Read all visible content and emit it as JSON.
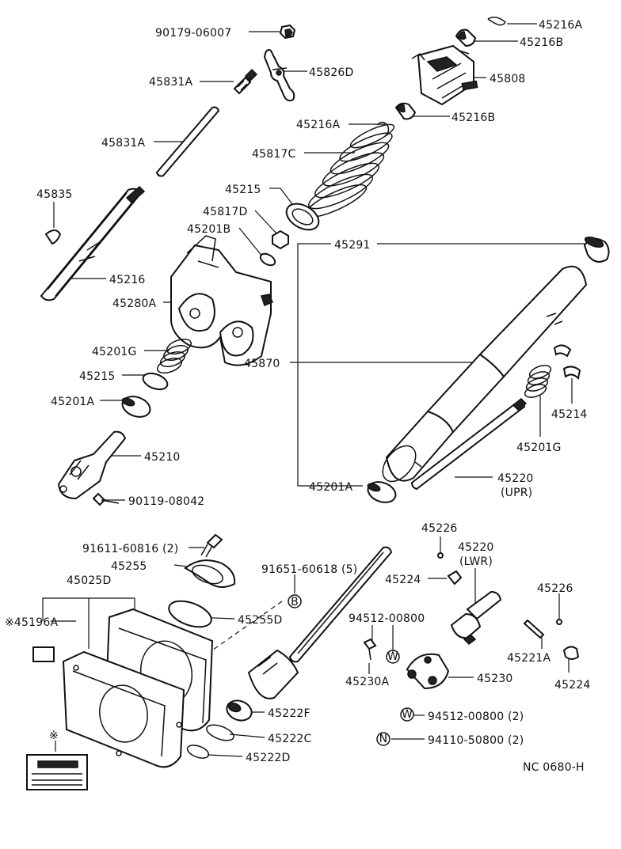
{
  "labels": {
    "p90179": "90179-06007",
    "p45216A_top": "45216A",
    "p45216B_top": "45216B",
    "p45826D": "45826D",
    "p45831A_bolt": "45831A",
    "p45808": "45808",
    "p45216A_mid": "45216A",
    "p45216B_mid": "45216B",
    "p45831A_rod": "45831A",
    "p45817C": "45817C",
    "p45835": "45835",
    "p45215_top": "45215",
    "p45817D": "45817D",
    "p45201B": "45201B",
    "p45291": "45291",
    "p45216": "45216",
    "p45280A": "45280A",
    "p45201G_left": "45201G",
    "p45870": "45870",
    "p45215_left": "45215",
    "p45214": "45214",
    "p45201A_left": "45201A",
    "p45201G_right": "45201G",
    "p45210": "45210",
    "p45201A_mid": "45201A",
    "p45220_upr": "45220",
    "p45220_upr_note": "(UPR)",
    "p90119": "90119-08042",
    "p45226_mid": "45226",
    "p45220_lwr": "45220",
    "p45220_lwr_note": "(LWR)",
    "p91611": "91611-60816 (2)",
    "p45255": "45255",
    "p91651": "91651-60618 (5)",
    "p45224_mid": "45224",
    "p45025D": "45025D",
    "p45226_right": "45226",
    "p45196A": "※45196A",
    "p45255D": "45255D",
    "p94512_a": "94512-00800",
    "p45221A": "45221A",
    "p45224_right": "45224",
    "p45230A": "45230A",
    "p45230": "45230",
    "p45222F": "45222F",
    "p94512_b": "94512-00800 (2)",
    "p45222C": "45222C",
    "p94110": "94110-50800 (2)",
    "p45222D": "45222D",
    "ref_code": "NC 0680-H",
    "asterisk": "※"
  },
  "callouts": {
    "B": "B",
    "W_mid": "W",
    "W_bottom": "W",
    "N": "N"
  },
  "colors": {
    "line": "#111111",
    "background": "#ffffff"
  }
}
